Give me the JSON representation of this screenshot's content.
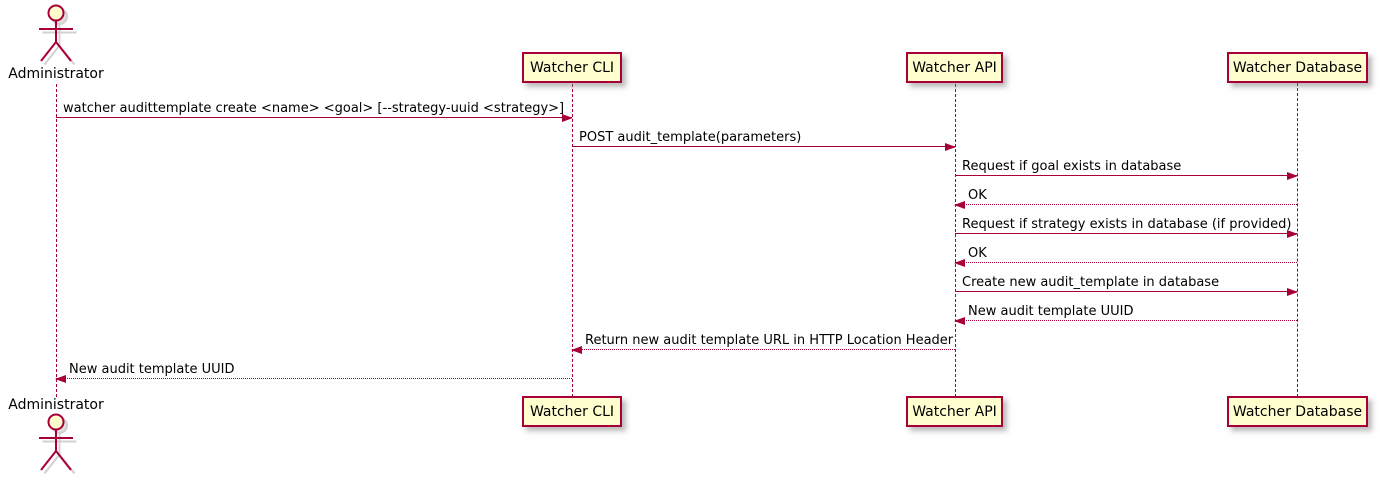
{
  "diagram": {
    "type": "uml-sequence-diagram",
    "background": "#FFFFFF"
  },
  "colors": {
    "participant_fill": "#FEFECE",
    "participant_border": "#A80036",
    "arrow": "#A80036",
    "lifeline": "#A80036",
    "text": "#000000",
    "shadow": "#888888"
  },
  "participants": [
    {
      "id": "administrator",
      "label": "Administrator",
      "type": "actor",
      "icon": "actor-stick-figure-icon"
    },
    {
      "id": "watcher-cli",
      "label": "Watcher CLI",
      "type": "participant"
    },
    {
      "id": "watcher-api",
      "label": "Watcher API",
      "type": "participant"
    },
    {
      "id": "watcher-database",
      "label": "Watcher Database",
      "type": "participant"
    }
  ],
  "messages": [
    {
      "from": "Administrator",
      "to": "Watcher CLI",
      "line": "solid",
      "direction": "right",
      "text": "watcher audittemplate create <name> <goal> [--strategy-uuid <strategy>]"
    },
    {
      "from": "Watcher CLI",
      "to": "Watcher API",
      "line": "solid",
      "direction": "right",
      "text": "POST audit_template(parameters)"
    },
    {
      "from": "Watcher API",
      "to": "Watcher Database",
      "line": "solid",
      "direction": "right",
      "text": "Request if goal exists in database"
    },
    {
      "from": "Watcher Database",
      "to": "Watcher API",
      "line": "dotted",
      "direction": "left",
      "text": "OK"
    },
    {
      "from": "Watcher API",
      "to": "Watcher Database",
      "line": "solid",
      "direction": "right",
      "text": "Request if strategy exists in database (if provided)"
    },
    {
      "from": "Watcher Database",
      "to": "Watcher API",
      "line": "dotted",
      "direction": "left",
      "text": "OK"
    },
    {
      "from": "Watcher API",
      "to": "Watcher Database",
      "line": "solid",
      "direction": "right",
      "text": "Create new audit_template in database"
    },
    {
      "from": "Watcher Database",
      "to": "Watcher API",
      "line": "dotted",
      "direction": "left",
      "text": "New audit template UUID"
    },
    {
      "from": "Watcher API",
      "to": "Watcher CLI",
      "line": "dotted",
      "direction": "left",
      "text": "Return new audit template URL in HTTP Location Header"
    },
    {
      "from": "Watcher CLI",
      "to": "Administrator",
      "line": "dotted",
      "direction": "left",
      "text": "New audit template UUID"
    }
  ]
}
